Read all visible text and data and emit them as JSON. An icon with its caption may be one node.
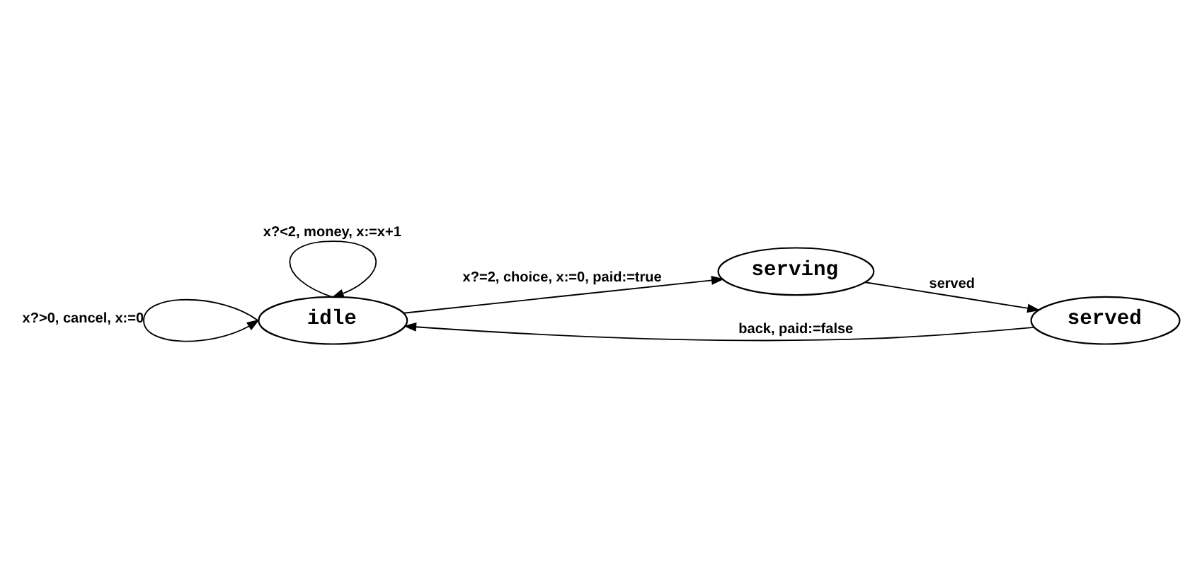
{
  "diagram": {
    "nodes": [
      {
        "text": [
          "idle"
        ]
      },
      {
        "text": [
          "serving"
        ]
      },
      {
        "text": [
          "served"
        ]
      }
    ],
    "edges": [
      {
        "from": 0,
        "to": 0,
        "arrow": "to",
        "label": "x?<2, money, x:=x+1"
      },
      {
        "from": 0,
        "to": 0,
        "arrow": "to",
        "label": "x?>0, cancel, x:=0"
      },
      {
        "from": 0,
        "to": 1,
        "arrow": "to",
        "label": "x?=2, choice, x:=0, paid:=true"
      },
      {
        "from": 1,
        "to": 2,
        "arrow": "to",
        "label": "served"
      },
      {
        "from": 2,
        "to": 0,
        "arrow": "to",
        "label": "back, paid:=false"
      }
    ]
  }
}
